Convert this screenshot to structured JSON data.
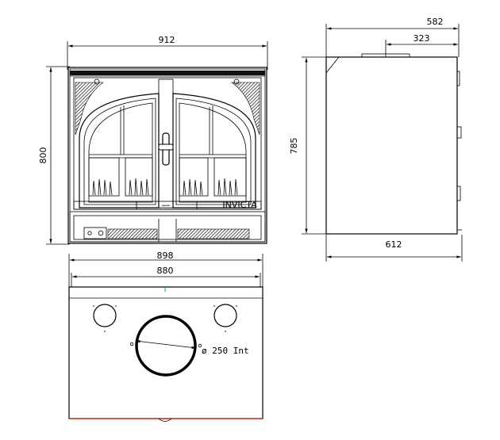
{
  "front_view": {
    "width_label": "912",
    "height_label": "800",
    "handle_mark": "—",
    "brand_mark": "INVICTA"
  },
  "side_view": {
    "depth_top_label": "582",
    "flue_offset_label": "323",
    "height_label": "785",
    "depth_bottom_label": "612"
  },
  "top_view": {
    "outer_width_label": "898",
    "inner_width_label": "880",
    "flue_note": "ø 250 Int"
  },
  "colors": {
    "line": "#000000",
    "base_accent": "#c0392b",
    "center_mark": "#2ecc40",
    "glass_hatch": "#222222"
  }
}
